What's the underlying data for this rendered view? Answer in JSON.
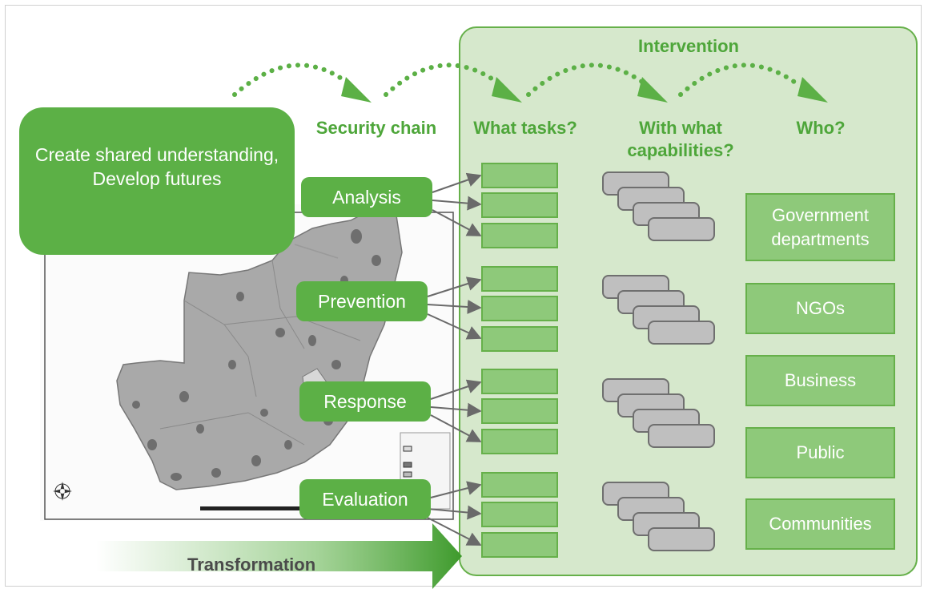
{
  "header": {
    "intervention": "Intervention",
    "security_chain": "Security chain",
    "what_tasks": "What tasks?",
    "capabilities": "With what capabilities?",
    "who": "Who?"
  },
  "understanding": "Create shared understanding, Develop futures",
  "stages": [
    "Analysis",
    "Prevention",
    "Response",
    "Evaluation"
  ],
  "actors": [
    "Government departments",
    "NGOs",
    "Business",
    "Public",
    "Communities"
  ],
  "transformation": "Transformation",
  "colors": {
    "green": "#5cb046",
    "light_green": "#8ec97a",
    "panel": "#d6e8cc",
    "grey_card": "#bfbfbf"
  }
}
